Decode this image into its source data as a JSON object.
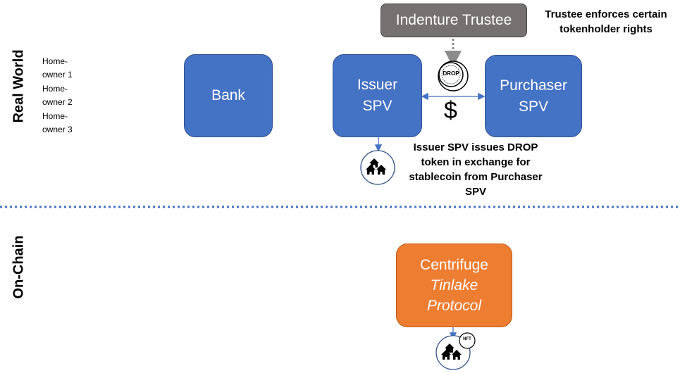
{
  "labels": {
    "real_world": "Real World",
    "on_chain": "On-Chain"
  },
  "homeowners": [
    {
      "line1": "Home-",
      "line2": "owner 1"
    },
    {
      "line1": "Home-",
      "line2": "owner 2"
    },
    {
      "line1": "Home-",
      "line2": "owner 3"
    }
  ],
  "nodes": {
    "bank": "Bank",
    "issuer_line1": "Issuer",
    "issuer_line2": "SPV",
    "purchaser_line1": "Purchaser",
    "purchaser_line2": "SPV",
    "trustee": "Indenture Trustee",
    "centrifuge_line1": "Centrifuge",
    "centrifuge_line2": "Tinlake",
    "centrifuge_line3": "Protocol"
  },
  "notes": {
    "trustee_line1": "Trustee enforces certain",
    "trustee_line2": "tokenholder rights",
    "issue_line1": "Issuer SPV issues DROP",
    "issue_line2": "token in exchange for",
    "issue_line3": "stablecoin from Purchaser",
    "issue_line4": "SPV"
  },
  "symbols": {
    "dollar": "$",
    "drop_token": "DROP",
    "nft_badge": "NFT"
  },
  "icons": {
    "houses_top": "houses-icon",
    "houses_bottom": "houses-icon",
    "drop_coin": "coin-icon",
    "nft": "nft-icon"
  },
  "colors": {
    "blue": "#4472c4",
    "gray": "#767171",
    "orange": "#ed7d31",
    "divider": "#4472c4"
  }
}
